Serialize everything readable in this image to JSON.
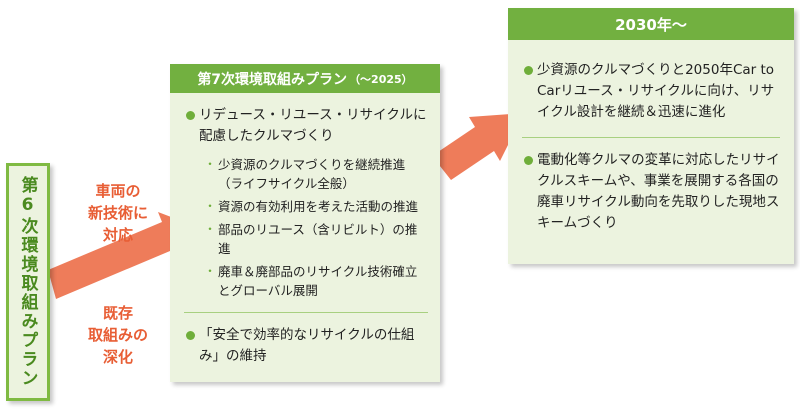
{
  "left_label": "第6次環境取組みプラン",
  "arrow_labels": {
    "upper": "車両の\n新技術に\n対応",
    "lower": "既存\n取組みの\n深化"
  },
  "middle": {
    "title": "第7次環境取組みプラン",
    "title_period": "（〜2025）",
    "bullet1": "リデュース・リユース・リサイクルに配慮したクルマづくり",
    "subitems": [
      "少資源のクルマづくりを継続推進（ライフサイクル全般）",
      "資源の有効利用を考えた活動の推進",
      "部品のリユース（含リビルト）の推進",
      "廃車＆廃部品のリサイクル技術確立とグローバル展開"
    ],
    "bullet2": "「安全で効率的なリサイクルの仕組み」の維持"
  },
  "right": {
    "title": "2030年〜",
    "bullets": [
      "少資源のクルマづくりと2050年Car to Carリユース・リサイクルに向け、リサイクル設計を継続＆迅速に進化",
      "電動化等クルマの変革に対応したリサイクルスキームや、事業を展開する各国の廃車リサイクル動向を先取りした現地スキームづくり"
    ]
  },
  "colors": {
    "green_header": "#72b040",
    "green_border": "#7fba42",
    "panel_bg": "#ecf3df",
    "arrow": "#ee7c5a",
    "accent_text": "#e85e35"
  }
}
